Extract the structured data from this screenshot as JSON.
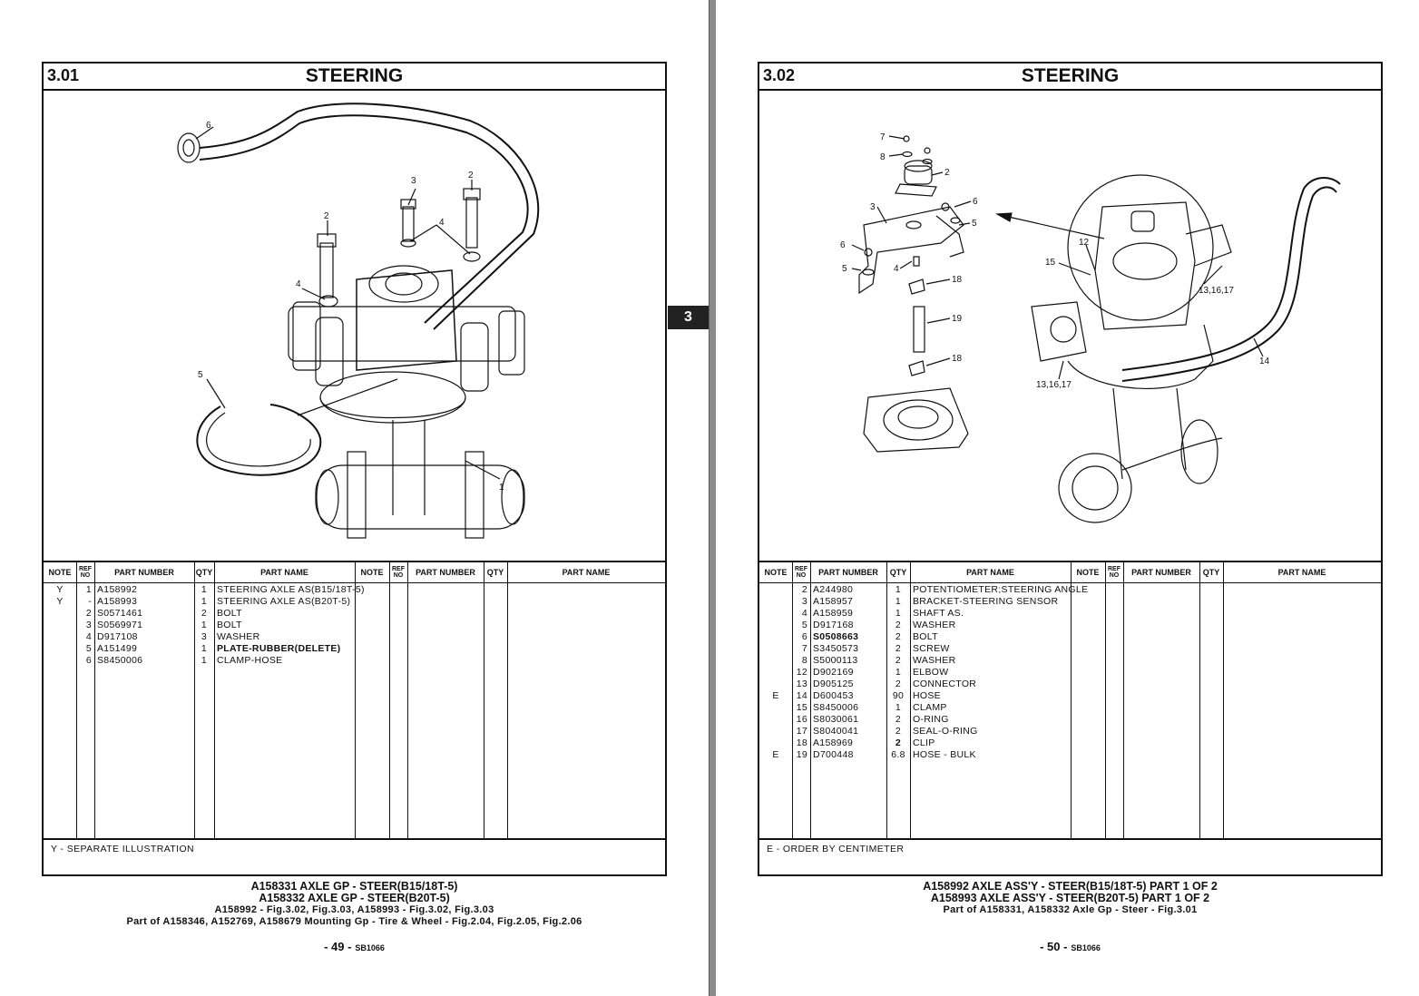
{
  "tab_number": "3",
  "left": {
    "section": "3.01",
    "title": "STEERING",
    "callouts": [
      "6",
      "3",
      "2",
      "2",
      "4",
      "4",
      "5",
      "1"
    ],
    "headers": {
      "note": "NOTE",
      "ref": "REF NO",
      "part": "PART NUMBER",
      "qty": "QTY",
      "name": "PART NAME"
    },
    "rows": [
      {
        "note": "Y",
        "ref": "1",
        "part": "A158992",
        "qty": "1",
        "name": "STEERING AXLE AS(B15/18T-5)",
        "bold": false
      },
      {
        "note": "Y",
        "ref": "-",
        "part": "A158993",
        "qty": "1",
        "name": "STEERING AXLE AS(B20T-5)",
        "bold": false
      },
      {
        "note": "",
        "ref": "2",
        "part": "S0571461",
        "qty": "2",
        "name": "BOLT",
        "bold": false
      },
      {
        "note": "",
        "ref": "3",
        "part": "S0569971",
        "qty": "1",
        "name": "BOLT",
        "bold": false
      },
      {
        "note": "",
        "ref": "4",
        "part": "D917108",
        "qty": "3",
        "name": "WASHER",
        "bold": false
      },
      {
        "note": "",
        "ref": "5",
        "part": "A151499",
        "qty": "1",
        "name": "PLATE-RUBBER(DELETE)",
        "bold": true
      },
      {
        "note": "",
        "ref": "6",
        "part": "S8450006",
        "qty": "1",
        "name": "CLAMP-HOSE",
        "bold": false
      }
    ],
    "footnote": "Y - SEPARATE ILLUSTRATION",
    "caption_lines": [
      "A158331  AXLE GP - STEER(B15/18T-5)",
      "A158332  AXLE GP - STEER(B20T-5)"
    ],
    "caption_sub": [
      "A158992 - Fig.3.02, Fig.3.03, A158993 - Fig.3.02, Fig.3.03",
      "Part of A158346, A152769, A158679 Mounting Gp - Tire & Wheel - Fig.2.04, Fig.2.05, Fig.2.06"
    ],
    "page_no": "- 49 -",
    "doc_code": "SB1066"
  },
  "right": {
    "section": "3.02",
    "title": "STEERING",
    "callouts": [
      "7",
      "8",
      "2",
      "3",
      "6",
      "5",
      "6",
      "5",
      "4",
      "18",
      "19",
      "18",
      "12",
      "15",
      "13,16,17",
      "13,16,17",
      "14"
    ],
    "headers": {
      "note": "NOTE",
      "ref": "REF NO",
      "part": "PART NUMBER",
      "qty": "QTY",
      "name": "PART NAME"
    },
    "rows": [
      {
        "note": "",
        "ref": "2",
        "part": "A244980",
        "qty": "1",
        "name": "POTENTIOMETER;STEERING ANGLE",
        "bold": false,
        "cond": true
      },
      {
        "note": "",
        "ref": "3",
        "part": "A158957",
        "qty": "1",
        "name": "BRACKET-STEERING SENSOR",
        "bold": false
      },
      {
        "note": "",
        "ref": "4",
        "part": "A158959",
        "qty": "1",
        "name": "SHAFT AS.",
        "bold": false
      },
      {
        "note": "",
        "ref": "5",
        "part": "D917168",
        "qty": "2",
        "name": "WASHER",
        "bold": false
      },
      {
        "note": "",
        "ref": "6",
        "part": "S0508663",
        "qty": "2",
        "name": "BOLT",
        "bold": false,
        "boldpart": true
      },
      {
        "note": "",
        "ref": "7",
        "part": "S3450573",
        "qty": "2",
        "name": "SCREW",
        "bold": false
      },
      {
        "note": "",
        "ref": "8",
        "part": "S5000113",
        "qty": "2",
        "name": "WASHER",
        "bold": false
      },
      {
        "note": "",
        "ref": "12",
        "part": "D902169",
        "qty": "1",
        "name": "ELBOW",
        "bold": false
      },
      {
        "note": "",
        "ref": "13",
        "part": "D905125",
        "qty": "2",
        "name": "CONNECTOR",
        "bold": false
      },
      {
        "note": "E",
        "ref": "14",
        "part": "D600453",
        "qty": "90",
        "name": "HOSE",
        "bold": false
      },
      {
        "note": "",
        "ref": "15",
        "part": "S8450006",
        "qty": "1",
        "name": "CLAMP",
        "bold": false
      },
      {
        "note": "",
        "ref": "16",
        "part": "S8030061",
        "qty": "2",
        "name": "O-RING",
        "bold": false
      },
      {
        "note": "",
        "ref": "17",
        "part": "S8040041",
        "qty": "2",
        "name": "SEAL-O-RING",
        "bold": false
      },
      {
        "note": "",
        "ref": "18",
        "part": "A158969",
        "qty": "2",
        "name": "CLIP",
        "bold": false,
        "boldqty": true
      },
      {
        "note": "E",
        "ref": "19",
        "part": "D700448",
        "qty": "6.8",
        "name": "HOSE - BULK",
        "bold": false
      }
    ],
    "footnote": "E - ORDER BY CENTIMETER",
    "caption_lines": [
      "A158992  AXLE ASS'Y - STEER(B15/18T-5)  PART 1 OF 2",
      "A158993  AXLE ASS'Y - STEER(B20T-5)  PART 1 OF 2"
    ],
    "caption_sub": [
      "Part of A158331, A158332 Axle Gp - Steer - Fig.3.01"
    ],
    "page_no": "- 50 -",
    "doc_code": "SB1066"
  }
}
